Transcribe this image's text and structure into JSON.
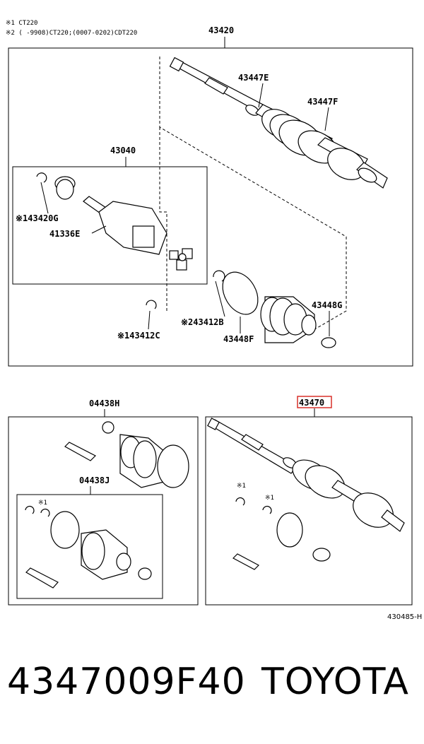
{
  "notes": {
    "note1": "※1 CT220",
    "note2": "※2 (    -9908)CT220;(0007-0202)CDT220"
  },
  "main_assembly": {
    "title": "43420",
    "labels": {
      "l43447e": "43447E",
      "l43447f": "43447F",
      "l43040": "43040",
      "l43420g": "※143420G",
      "l41336e": "41336E",
      "l43412b": "※243412B",
      "l43448g": "43448G",
      "l43448f": "43448F",
      "l43412c": "※143412C"
    }
  },
  "kit_h": {
    "title": "04438H",
    "sub_title": "04438J",
    "mark": "※1"
  },
  "assembly_43470": {
    "title": "43470",
    "highlight_color": "#d9302a",
    "mark1": "※1",
    "mark2": "※1"
  },
  "diagram_ref": "430485-H",
  "footer": {
    "part_number": "4347009F40",
    "brand": "TOYOTA"
  }
}
